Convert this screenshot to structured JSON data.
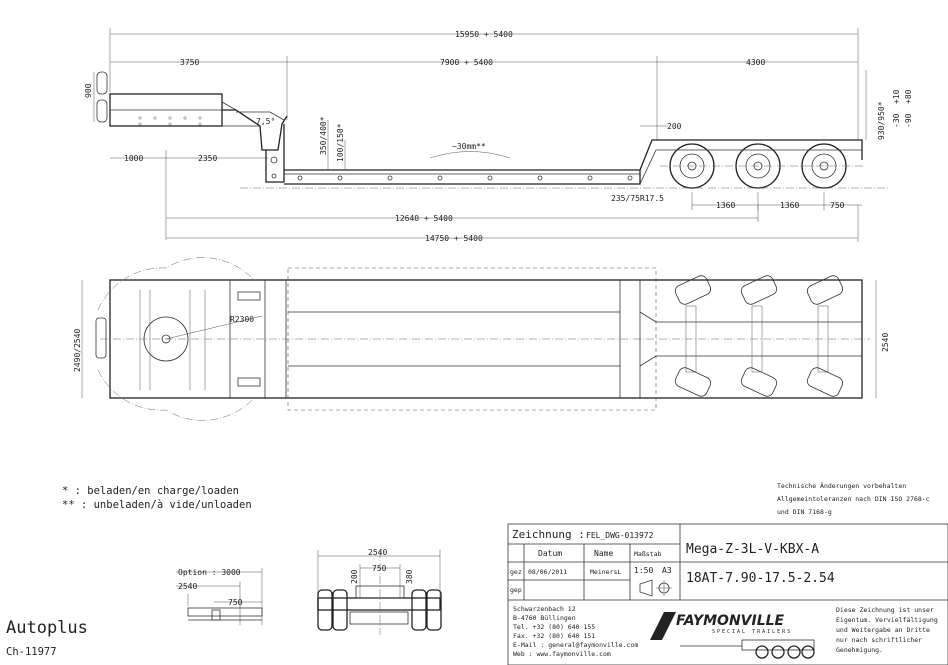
{
  "side_view": {
    "dims_top": {
      "overall": "15950 + 5400",
      "gooseneck": "3750",
      "bed": "7900 + 5400",
      "rear": "4300"
    },
    "dims_left": {
      "front_height": "900",
      "kingpin_left": "1000",
      "kingpin_right": "2350",
      "angle": "7,5°"
    },
    "dims_mid": {
      "step_height": "350/400*",
      "deck_height": "100/150*",
      "deflection": "~30mm**",
      "rear_step": "200"
    },
    "dims_right": {
      "rear_height": "930/950*",
      "v1": "+10",
      "v2": "+80",
      "v3": "-30",
      "v4": "-90"
    },
    "tyre": "235/75R17.5",
    "axle_spacing_1": "1360",
    "axle_spacing_2": "1360",
    "rear_overhang": "750",
    "dims_bottom": {
      "kingpin_to_axle": "12640 + 5400",
      "kingpin_to_rear": "14750 + 5400"
    }
  },
  "top_view": {
    "width_left": "2490/2540",
    "swing_radius": "R2300",
    "width_right": "2540"
  },
  "notes": {
    "note1": "*  : beladen/en charge/loaden",
    "note2": "** : unbeladen/à vide/unloaden"
  },
  "option_view": {
    "option_label": "Option : 3000",
    "width": "2540",
    "offset": "750"
  },
  "rear_view": {
    "width": "2540",
    "d1": "200",
    "d2": "750",
    "d3": "380"
  },
  "reservation": {
    "line1": "Technische Änderungen vorbehalten",
    "line2": "Allgemeintoleranzen nach DIN ISO 2768-c",
    "line3": "und DIN 7168-g"
  },
  "title_block": {
    "zeichnung_label": "Zeichnung :",
    "drawing_no": "FEL_DWG-013972",
    "col_datum": "Datum",
    "col_name": "Name",
    "col_massstab": "Maßstab",
    "row_gez": "gez",
    "row_gep": "gep",
    "date": "08/06/2011",
    "author": "MeinersL",
    "scale": "1:50",
    "format": "A3",
    "model": "Mega-Z-3L-V-KBX-A",
    "spec": "18AT-7.90-17.5-2.54",
    "address_1": "Schwarzenbach 12",
    "address_2": "B-4760 Büllingen",
    "tel": "Tel. +32 (80) 640 155",
    "fax": "Fax. +32 (80) 640 151",
    "mail": "E-Mail : general@faymonville.com",
    "web": "Web : www.faymonville.com",
    "brand": "FAYMONVILLE",
    "brand_sub": "SPECIAL TRAILERS",
    "copyright_1": "Diese Zeichnung ist unser",
    "copyright_2": "Eigentum. Vervielfältigung",
    "copyright_3": "und Weitergabe an Dritte",
    "copyright_4": "nur nach schriftlicher",
    "copyright_5": "Genehmigung."
  },
  "customer": {
    "name": "Autoplus",
    "code": "Ch-11977"
  }
}
